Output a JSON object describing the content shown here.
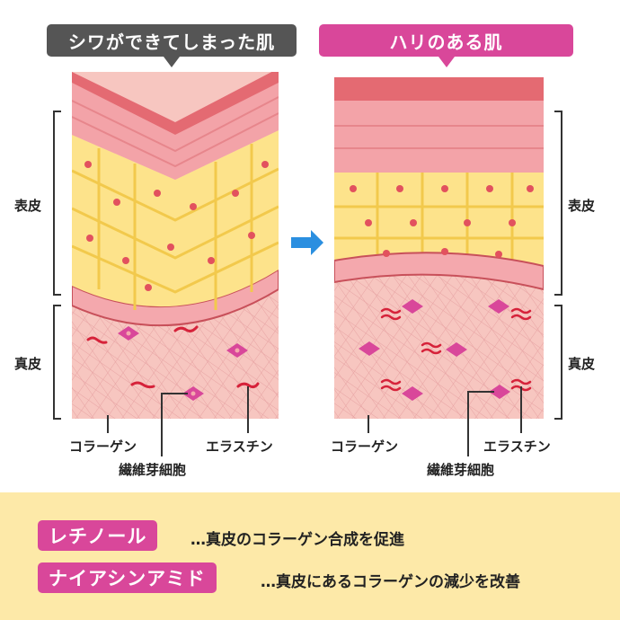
{
  "left_panel": {
    "title": "シワができてしまった肌",
    "color": "#555555"
  },
  "right_panel": {
    "title": "ハリのある肌",
    "color": "#d9479a"
  },
  "labels": {
    "epidermis": "表皮",
    "dermis": "真皮",
    "collagen": "コラーゲン",
    "elastin": "エラスチン",
    "fibroblast": "繊維芽細胞"
  },
  "arrow_color": "#2b8fe0",
  "footer": {
    "items": [
      {
        "name": "レチノール",
        "desc": "…真皮のコラーゲン合成を促進"
      },
      {
        "name": "ナイアシンアミド",
        "desc": "…真皮にあるコラーゲンの減少を改善"
      }
    ]
  }
}
